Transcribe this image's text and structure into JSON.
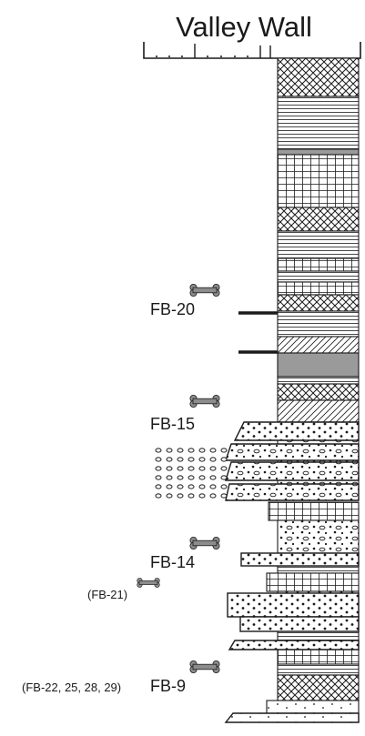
{
  "diagram": {
    "title": "Valley Wall",
    "labels": {
      "fb20": "FB-20",
      "fb15": "FB-15",
      "fb14": "FB-14",
      "fb21": "(FB-21)",
      "fb9": "FB-9",
      "fb9_extra": "(FB-22, 25, 28, 29)"
    },
    "colors": {
      "ink": "#1a1a1a",
      "bone": "#8c8c8c",
      "gray_layer": "#9a9a9a"
    },
    "icons": [
      "bone-icon"
    ]
  }
}
